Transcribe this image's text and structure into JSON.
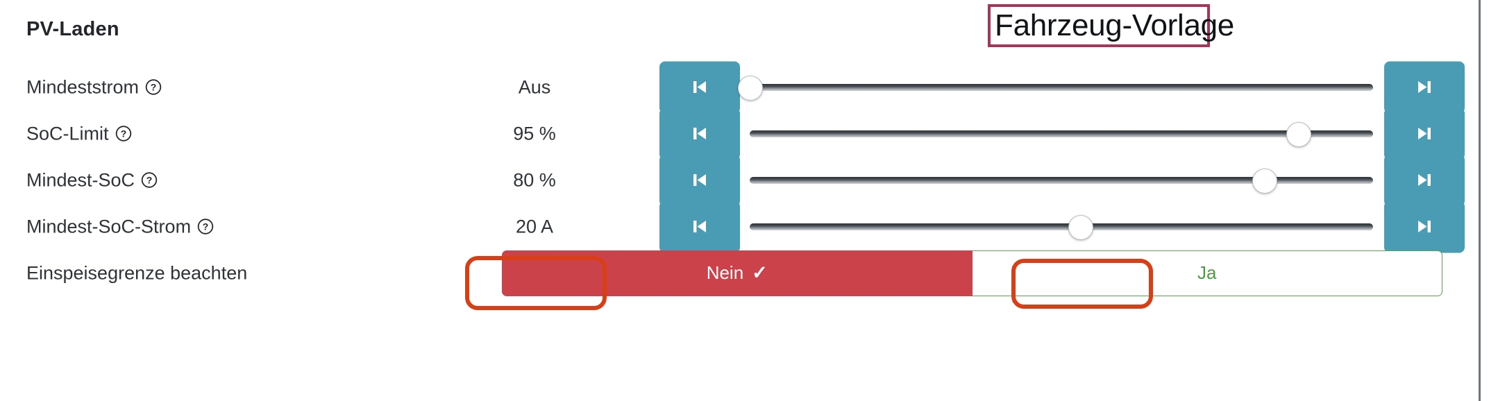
{
  "section": {
    "title": "PV-Laden"
  },
  "annotation": {
    "title_box_label": "Fahrzeug-Vorlage",
    "title_box_border_color": "#a63658",
    "highlight_color": "#d93f16",
    "highlights": [
      "value-20-a",
      "slider-thumb-mindest-soc-strom"
    ]
  },
  "colors": {
    "accent_teal": "#4a9cb4",
    "toggle_no_red": "#cc424b",
    "toggle_yes_green": "#5aa54f",
    "divider": "#6e757c",
    "text": "#2e3338"
  },
  "icons": {
    "help": "question-mark-circle-icon",
    "step_down": "skip-back-icon",
    "step_up": "skip-forward-icon",
    "checkmark": "✓"
  },
  "rows": [
    {
      "label": "Mindeststrom",
      "help": "?",
      "value": "Aus",
      "slider": {
        "percent": 0
      },
      "has_help": true,
      "control": "slider"
    },
    {
      "label": "SoC-Limit",
      "help": "?",
      "value": "95 %",
      "slider": {
        "percent": 88
      },
      "has_help": true,
      "control": "slider"
    },
    {
      "label": "Mindest-SoC",
      "help": "?",
      "value": "80 %",
      "slider": {
        "percent": 82.5
      },
      "has_help": true,
      "control": "slider"
    },
    {
      "label": "Mindest-SoC-Strom",
      "help": "?",
      "value": "20 A",
      "slider": {
        "percent": 53
      },
      "has_help": true,
      "control": "slider"
    },
    {
      "label": "Einspeisegrenze beachten",
      "has_help": false,
      "control": "toggle",
      "toggle": {
        "no_label": "Nein",
        "yes_label": "Ja",
        "selected": "Nein"
      }
    }
  ]
}
